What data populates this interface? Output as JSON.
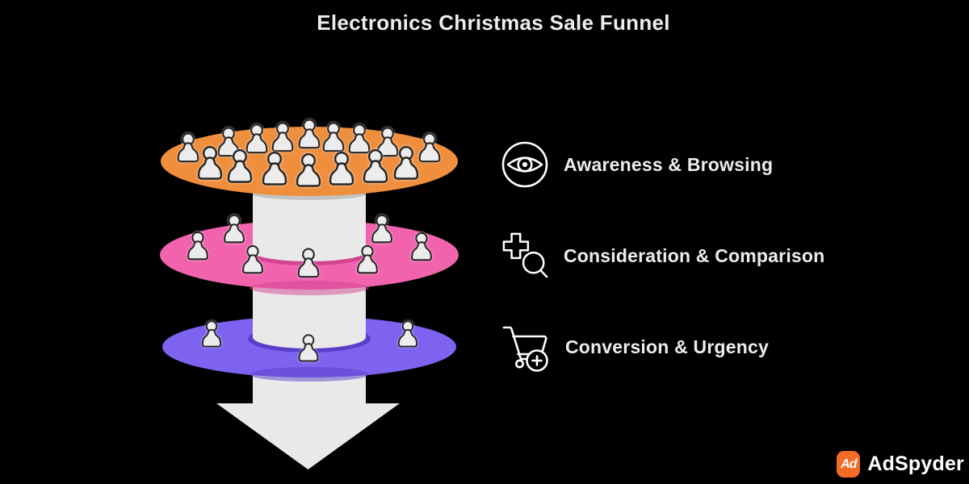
{
  "title": "Electronics Christmas Sale Funnel",
  "background": "#000000",
  "text_color": "#ededed",
  "funnel": {
    "arrow_color": "#e9e9e9",
    "person_fill": "#ececec",
    "person_stroke": "#262626",
    "layers": [
      {
        "name": "awareness",
        "label": "Awareness & Browsing",
        "icon": "eye-icon",
        "color": "#ef8e3c",
        "rim_color": "#c9702a",
        "people": 16
      },
      {
        "name": "consideration",
        "label": "Consideration & Comparison",
        "icon": "search-plus-icon",
        "color": "#f263ae",
        "rim_color": "#d24390",
        "people": 7
      },
      {
        "name": "conversion",
        "label": "Conversion & Urgency",
        "icon": "cart-plus-icon",
        "color": "#7d63f0",
        "rim_color": "#5b3fc9",
        "people": 3
      }
    ]
  },
  "branding": {
    "logo_text": "Ad",
    "brand_name": "AdSpyder",
    "logo_color": "#f26b27"
  }
}
